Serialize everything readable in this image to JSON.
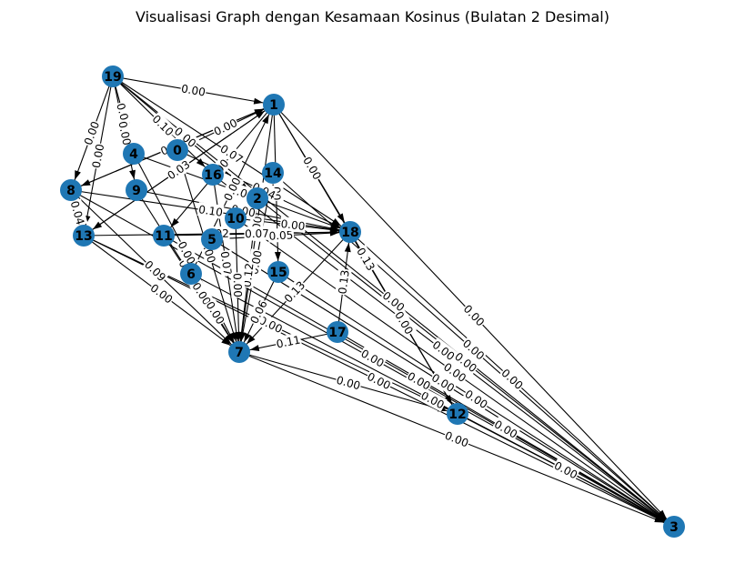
{
  "title": "Visualisasi Graph dengan Kesamaan Kosinus (Bulatan 2 Desimal)",
  "colors": {
    "node": "#1f77b4",
    "edge": "#000000",
    "background": "#ffffff"
  },
  "graph": {
    "nodes": [
      "0",
      "1",
      "2",
      "3",
      "4",
      "5",
      "6",
      "7",
      "8",
      "9",
      "10",
      "11",
      "12",
      "13",
      "14",
      "15",
      "16",
      "17",
      "18",
      "19"
    ],
    "edges": [
      {
        "source": "19",
        "target": "1",
        "weight": "0.00"
      },
      {
        "source": "19",
        "target": "8",
        "weight": "0.00"
      },
      {
        "source": "19",
        "target": "4",
        "weight": "0.00"
      },
      {
        "source": "19",
        "target": "16",
        "weight": "0.10"
      },
      {
        "source": "19",
        "target": "2",
        "weight": "0.00"
      },
      {
        "source": "19",
        "target": "18",
        "weight": "0.07"
      },
      {
        "source": "19",
        "target": "9",
        "weight": "0.00"
      },
      {
        "source": "19",
        "target": "13",
        "weight": "0.00"
      },
      {
        "source": "19",
        "target": "3",
        "weight": "0.00"
      },
      {
        "source": "1",
        "target": "3",
        "weight": "0.00"
      },
      {
        "source": "1",
        "target": "18",
        "weight": "0.00"
      },
      {
        "source": "1",
        "target": "13",
        "weight": "0.17"
      },
      {
        "source": "1",
        "target": "8",
        "weight": "0.00"
      },
      {
        "source": "1",
        "target": "15",
        "weight": "0.00"
      },
      {
        "source": "1",
        "target": "7",
        "weight": "0.00"
      },
      {
        "source": "1",
        "target": "11",
        "weight": "0.00"
      },
      {
        "source": "1",
        "target": "12",
        "weight": "0.13"
      },
      {
        "source": "8",
        "target": "13",
        "weight": "0.04"
      },
      {
        "source": "8",
        "target": "18",
        "weight": "0.10"
      },
      {
        "source": "8",
        "target": "1",
        "weight": "0.05"
      },
      {
        "source": "8",
        "target": "3",
        "weight": "0.00"
      },
      {
        "source": "8",
        "target": "7",
        "weight": "0.09"
      },
      {
        "source": "4",
        "target": "18",
        "weight": "0.04"
      },
      {
        "source": "9",
        "target": "7",
        "weight": "0.04"
      },
      {
        "source": "13",
        "target": "7",
        "weight": "0.00"
      },
      {
        "source": "13",
        "target": "3",
        "weight": "0.00"
      },
      {
        "source": "13",
        "target": "18",
        "weight": "0.02"
      },
      {
        "source": "13",
        "target": "1",
        "weight": "0.03"
      },
      {
        "source": "13",
        "target": "12",
        "weight": "0.00"
      },
      {
        "source": "11",
        "target": "18",
        "weight": "0.07"
      },
      {
        "source": "11",
        "target": "7",
        "weight": "0.00"
      },
      {
        "source": "0",
        "target": "18",
        "weight": "0.04"
      },
      {
        "source": "0",
        "target": "7",
        "weight": "0.00"
      },
      {
        "source": "16",
        "target": "3",
        "weight": "0.00"
      },
      {
        "source": "16",
        "target": "7",
        "weight": "0.07"
      },
      {
        "source": "14",
        "target": "7",
        "weight": "0.00"
      },
      {
        "source": "2",
        "target": "3",
        "weight": "0.00"
      },
      {
        "source": "2",
        "target": "7",
        "weight": "0.12"
      },
      {
        "source": "10",
        "target": "3",
        "weight": "0.00"
      },
      {
        "source": "10",
        "target": "7",
        "weight": "0.00"
      },
      {
        "source": "5",
        "target": "3",
        "weight": "0.00"
      },
      {
        "source": "5",
        "target": "18",
        "weight": "0.05"
      },
      {
        "source": "6",
        "target": "7",
        "weight": "0.00"
      },
      {
        "source": "6",
        "target": "1",
        "weight": "0.00"
      },
      {
        "source": "6",
        "target": "3",
        "weight": "0.00"
      },
      {
        "source": "15",
        "target": "7",
        "weight": "0.06"
      },
      {
        "source": "15",
        "target": "3",
        "weight": "0.00"
      },
      {
        "source": "17",
        "target": "7",
        "weight": "0.11"
      },
      {
        "source": "17",
        "target": "18",
        "weight": "0.13"
      },
      {
        "source": "17",
        "target": "3",
        "weight": "0.00"
      },
      {
        "source": "18",
        "target": "7",
        "weight": "0.13"
      },
      {
        "source": "18",
        "target": "3",
        "weight": "0.00"
      },
      {
        "source": "18",
        "target": "12",
        "weight": "0.00"
      },
      {
        "source": "7",
        "target": "3",
        "weight": "0.00"
      },
      {
        "source": "7",
        "target": "12",
        "weight": "0.00"
      },
      {
        "source": "12",
        "target": "3",
        "weight": "0.00"
      },
      {
        "source": "4",
        "target": "7",
        "weight": "0.00"
      },
      {
        "source": "9",
        "target": "18",
        "weight": "0.00"
      },
      {
        "source": "0",
        "target": "1",
        "weight": "0.00"
      },
      {
        "source": "14",
        "target": "3",
        "weight": "0.00"
      },
      {
        "source": "11",
        "target": "3",
        "weight": "0.00"
      },
      {
        "source": "10",
        "target": "18",
        "weight": "0.00"
      }
    ]
  }
}
